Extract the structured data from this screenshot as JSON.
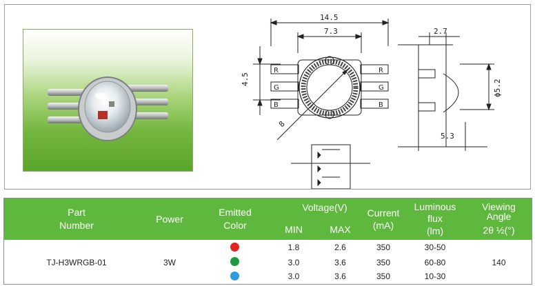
{
  "drawing": {
    "dim_total_width": "14.5",
    "dim_lens_width": "7.3",
    "dim_height": "4.5",
    "dim_diag": "8",
    "dim_side_thickness": "2.7",
    "dim_dome_dia": "ϕ5.2",
    "dim_side_length": "5.3",
    "pin_labels_left": [
      "R",
      "G",
      "B"
    ],
    "pin_labels_right": [
      "R",
      "G",
      "B"
    ]
  },
  "table": {
    "headers": {
      "part_number_1": "Part",
      "part_number_2": "Number",
      "power": "Power",
      "emitted_color_1": "Emitted",
      "emitted_color_2": "Color",
      "voltage": "Voltage(V)",
      "min": "MIN",
      "max": "MAX",
      "current_1": "Current",
      "current_2": "(mA)",
      "luminous_1": "Luminous",
      "luminous_2": "flux",
      "luminous_3": "(lm)",
      "viewing_1": "Viewing",
      "viewing_2": "Angle",
      "viewing_3": "2θ ½(°)"
    },
    "part_number": "TJ-H3WRGB-01",
    "power": "3W",
    "viewing_angle": "140",
    "rows": [
      {
        "color": "#e0261e",
        "vmin": "1.8",
        "vmax": "2.6",
        "current": "350",
        "flux": "30-50"
      },
      {
        "color": "#1f9a3c",
        "vmin": "3.0",
        "vmax": "3.6",
        "current": "350",
        "flux": "60-80"
      },
      {
        "color": "#2e9be0",
        "vmin": "3.0",
        "vmax": "3.6",
        "current": "350",
        "flux": "10-30"
      }
    ]
  },
  "colors": {
    "header_green": "#5fb83e"
  }
}
